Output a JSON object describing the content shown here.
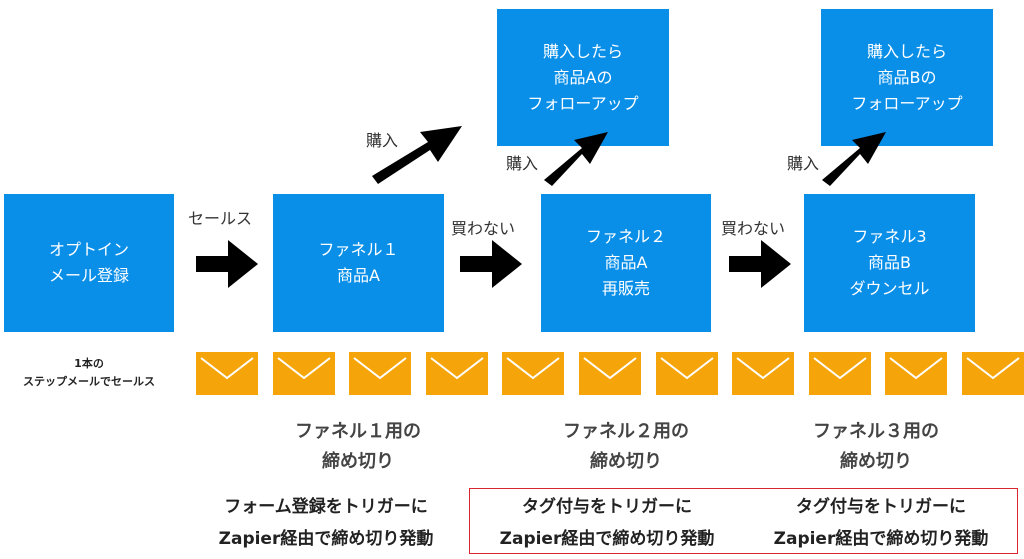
{
  "boxes": {
    "optin": [
      "オプトイン",
      "メール登録"
    ],
    "funnel1": [
      "ファネル１",
      "商品A"
    ],
    "funnel2": [
      "ファネル２",
      "商品A",
      "再販売"
    ],
    "funnel3": [
      "ファネル3",
      "商品B",
      "ダウンセル"
    ],
    "followA": [
      "購入したら",
      "商品Aの",
      "フォローアップ"
    ],
    "followB": [
      "購入したら",
      "商品Bの",
      "フォローアップ"
    ]
  },
  "arrows": {
    "sales": "セールス",
    "no_buy_1": "買わない",
    "no_buy_2": "買わない",
    "buy_1": "購入",
    "buy_2": "購入",
    "buy_3": "購入"
  },
  "step_mail_label": [
    "1本の",
    "ステップメールでセールス"
  ],
  "deadlines": {
    "funnel1": [
      "ファネル１用の",
      "締め切り"
    ],
    "funnel2": [
      "ファネル２用の",
      "締め切り"
    ],
    "funnel3": [
      "ファネル３用の",
      "締め切り"
    ]
  },
  "triggers": {
    "form": [
      "フォーム登録をトリガーに",
      "Zapier経由で締め切り発動"
    ],
    "tag1": [
      "タグ付与をトリガーに",
      "Zapier経由で締め切り発動"
    ],
    "tag2": [
      "タグ付与をトリガーに",
      "Zapier経由で締め切り発動"
    ]
  },
  "colors": {
    "box": "#0a8fe8",
    "envelope": "#f5a50a",
    "arrow": "#000000",
    "highlight_border": "#d7262d"
  },
  "envelope_count": 11
}
